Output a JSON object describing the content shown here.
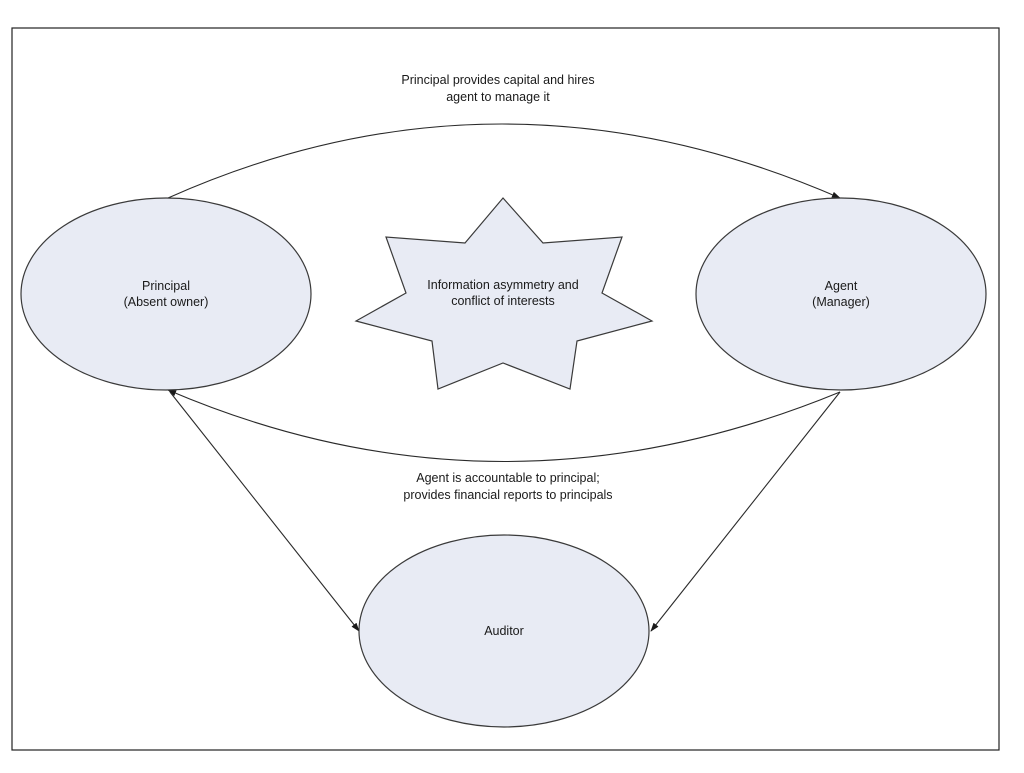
{
  "nodes": {
    "principal": {
      "line1": "Principal",
      "line2": "(Absent owner)"
    },
    "agent": {
      "line1": "Agent",
      "line2": "(Manager)"
    },
    "auditor": {
      "line1": "Auditor"
    },
    "conflict": {
      "line1": "Information asymmetry and",
      "line2": "conflict of interests"
    }
  },
  "edges": {
    "principal_to_agent": {
      "line1": "Principal provides capital and hires",
      "line2": "agent to manage it"
    },
    "agent_to_principal": {
      "line1": "Agent is accountable to principal;",
      "line2": "provides financial reports to principals"
    }
  },
  "colors": {
    "shape_fill": "#e8ebf4",
    "stroke": "#3a3a3a",
    "frame": "#222222"
  }
}
